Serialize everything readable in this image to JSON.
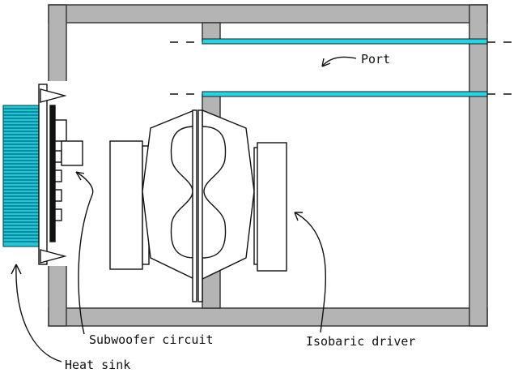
{
  "labels": {
    "port": "Port",
    "subwoofer_circuit": "Subwoofer circuit",
    "isobaric_driver": "Isobaric driver",
    "heat_sink": "Heat sink"
  },
  "colors": {
    "wall_fill": "#b4b4b4",
    "wall_stroke": "#3a3a3a",
    "port_tube": "#22d6e8",
    "heatsink_fin": "#1ec8dc",
    "line": "#111111"
  }
}
